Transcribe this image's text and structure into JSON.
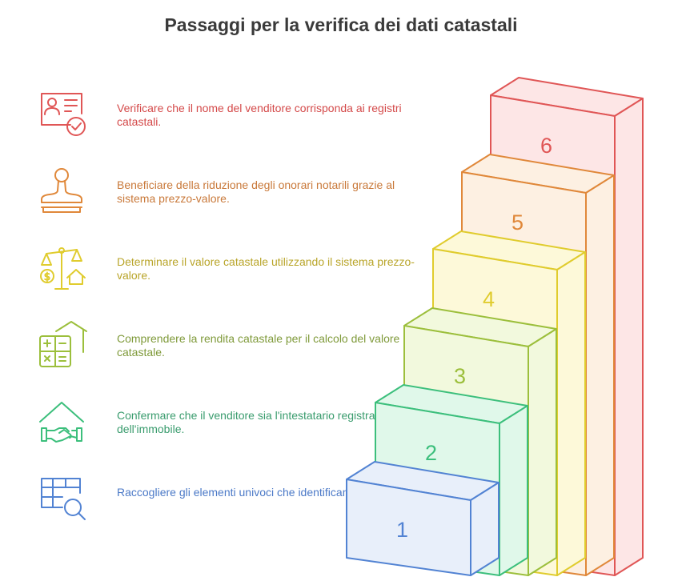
{
  "title": "Passaggi per la verifica dei dati catastali",
  "steps": [
    {
      "number": "1",
      "text": "Raccogliere gli elementi univoci che identificano l'immobile.",
      "icon": "spreadsheet-search-icon",
      "stroke": "#5283d3",
      "fill": "#e8effa",
      "text_color": "#4b79c7"
    },
    {
      "number": "2",
      "text": "Confermare che il venditore sia l'intestatario registrato dell'immobile.",
      "icon": "house-handshake-icon",
      "stroke": "#3cbf7c",
      "fill": "#e0f8ea",
      "text_color": "#3a9c6e"
    },
    {
      "number": "3",
      "text": "Comprendere la rendita catastale per il calcolo del valore catastale.",
      "icon": "house-calculator-icon",
      "stroke": "#9cbf3c",
      "fill": "#f2f9dd",
      "text_color": "#7f9a3a"
    },
    {
      "number": "4",
      "text": "Determinare il valore catastale utilizzando il sistema prezzo-valore.",
      "icon": "balance-scale-icon",
      "stroke": "#e0cc2e",
      "fill": "#fdf9d9",
      "text_color": "#b9a52a"
    },
    {
      "number": "5",
      "text": "Beneficiare della riduzione degli onorari notarili grazie al sistema prezzo-valore.",
      "icon": "notary-stamp-icon",
      "stroke": "#e0883a",
      "fill": "#fdf0e2",
      "text_color": "#c9793a"
    },
    {
      "number": "6",
      "text": "Verificare che il nome del venditore corrisponda ai registri catastali.",
      "icon": "id-card-check-icon",
      "stroke": "#e05656",
      "fill": "#fde6e6",
      "text_color": "#d44a4a"
    }
  ]
}
